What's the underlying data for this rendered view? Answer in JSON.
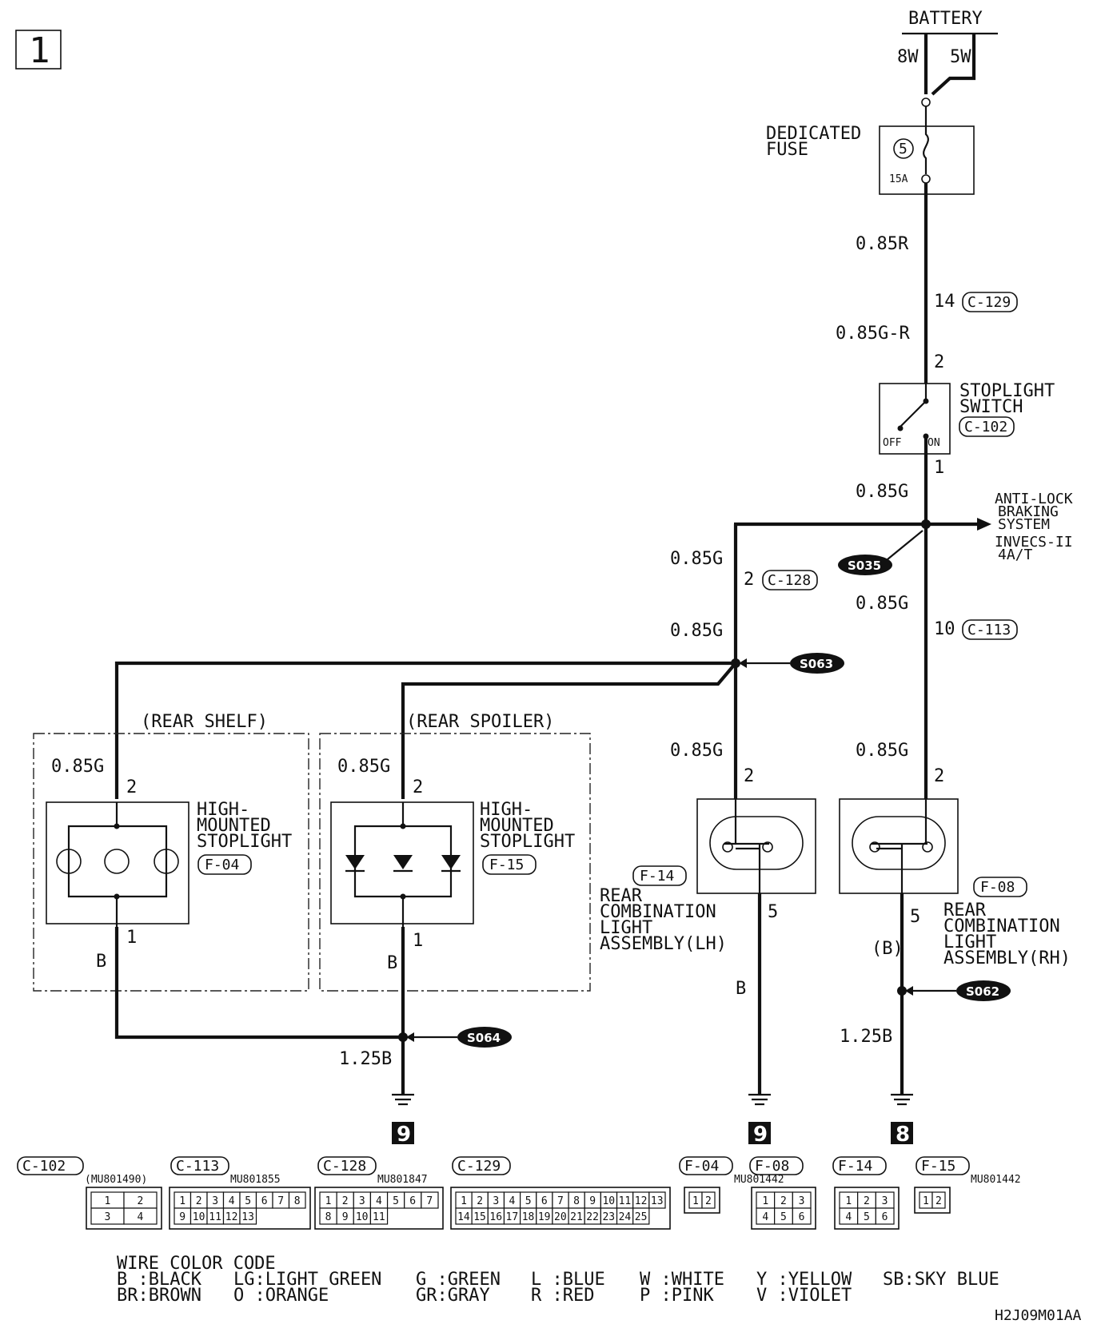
{
  "page_number": "1",
  "power": {
    "battery": "BATTERY",
    "w8": "8W",
    "w5": "5W"
  },
  "fuse": {
    "label1": "DEDICATED",
    "label2": "FUSE",
    "number": "5",
    "rating": "15A"
  },
  "wires": {
    "red": "0.85R",
    "green_red": "0.85G-R",
    "g_main": "0.85G",
    "g_left": "0.85G",
    "g_left2": "0.85G",
    "g_right": "0.85G",
    "g_lh": "0.85G",
    "g_rh": "0.85G",
    "g_shelf": "0.85G",
    "g_spoiler": "0.85G",
    "b_shelf": "B",
    "b_spoiler": "B",
    "b_lh": "B",
    "b_rh": "(B)",
    "gnd_left": "1.25B",
    "gnd_right": "1.25B"
  },
  "pins": {
    "c129": "14",
    "sw_in": "2",
    "sw_out": "1",
    "c128": "2",
    "c113": "10",
    "shelf_top": "2",
    "shelf_bot": "1",
    "spoiler_top": "2",
    "spoiler_bot": "1",
    "lh_top": "2",
    "lh_bot": "5",
    "rh_top": "2",
    "rh_bot": "5"
  },
  "connectors": {
    "c129": "C-129",
    "c102": "C-102",
    "c128": "C-128",
    "c113": "C-113",
    "f04": "F-04",
    "f15": "F-15",
    "f14": "F-14",
    "f08": "F-08"
  },
  "switch": {
    "label1": "STOPLIGHT",
    "label2": "SWITCH",
    "off": "OFF",
    "on": "ON"
  },
  "destinations": {
    "d1": "ANTI-LOCK",
    "d2": "BRAKING",
    "d3": "SYSTEM",
    "d4": "INVECS-II",
    "d5": "4A/T"
  },
  "splices": {
    "s035": "S035",
    "s063": "S063",
    "s064": "S064",
    "s062": "S062"
  },
  "groups": {
    "shelf": "(REAR SHELF)",
    "spoiler": "(REAR SPOILER)"
  },
  "components": {
    "hm1": "HIGH-",
    "hm2": "MOUNTED",
    "hm3": "STOPLIGHT",
    "hm4": "HIGH-",
    "hm5": "MOUNTED",
    "hm6": "STOPLIGHT",
    "lh1": "REAR",
    "lh2": "COMBINATION",
    "lh3": "LIGHT",
    "lh4": "ASSEMBLY(LH)",
    "rh1": "REAR",
    "rh2": "COMBINATION",
    "rh3": "LIGHT",
    "rh4": "ASSEMBLY(RH)"
  },
  "grounds": {
    "g1": "9",
    "g2": "9",
    "g3": "8"
  },
  "connector_views": [
    {
      "id": "C-102",
      "part": "(MU801490)",
      "pins": [
        "1",
        "2",
        "3",
        "4"
      ]
    },
    {
      "id": "C-113",
      "part": "MU801855",
      "pins": [
        "1",
        "2",
        "3",
        "4",
        "5",
        "6",
        "7",
        "8",
        "9",
        "10",
        "11",
        "12",
        "13"
      ]
    },
    {
      "id": "C-128",
      "part": "MU801847",
      "pins": [
        "1",
        "2",
        "3",
        "4",
        "5",
        "6",
        "7",
        "8",
        "9",
        "10",
        "11"
      ]
    },
    {
      "id": "C-129",
      "part": "",
      "pins": [
        "1",
        "2",
        "3",
        "4",
        "5",
        "6",
        "7",
        "8",
        "9",
        "10",
        "11",
        "12",
        "13",
        "14",
        "15",
        "16",
        "17",
        "18",
        "19",
        "20",
        "21",
        "22",
        "23",
        "24",
        "25"
      ]
    },
    {
      "id": "F-04",
      "part": "MU801442",
      "pins": [
        "1",
        "2"
      ]
    },
    {
      "id": "F-08",
      "part": "",
      "pins": [
        "1",
        "2",
        "3",
        "4",
        "5",
        "6"
      ]
    },
    {
      "id": "F-14",
      "part": "",
      "pins": [
        "1",
        "2",
        "3",
        "4",
        "5",
        "6"
      ]
    },
    {
      "id": "F-15",
      "part": "MU801442",
      "pins": [
        "1",
        "2"
      ]
    }
  ],
  "legend": {
    "title": "WIRE COLOR CODE",
    "row1": [
      "B :BLACK",
      "LG:LIGHT GREEN",
      "G :GREEN",
      "L :BLUE",
      "W :WHITE",
      "Y :YELLOW",
      "SB:SKY BLUE"
    ],
    "row2": [
      "BR:BROWN",
      "O :ORANGE",
      "GR:GRAY",
      "R :RED",
      "P :PINK",
      "V :VIOLET"
    ]
  },
  "doc_code": "H2J09M01AA"
}
